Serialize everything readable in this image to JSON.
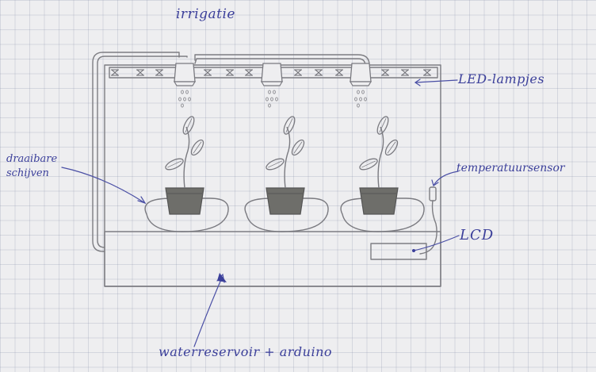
{
  "labels": {
    "irrigation": "irrigatie",
    "led_lamps": "LED-lampjes",
    "temperature_sensor": "temperatuursensor",
    "lcd": "LCD",
    "rotating_discs": "draaibare schijven",
    "reservoir": "waterreservoir + arduino"
  },
  "colors": {
    "pencil": "#7a7a80",
    "ink": "#3b3f9a",
    "soil": "#6e6e6a"
  }
}
